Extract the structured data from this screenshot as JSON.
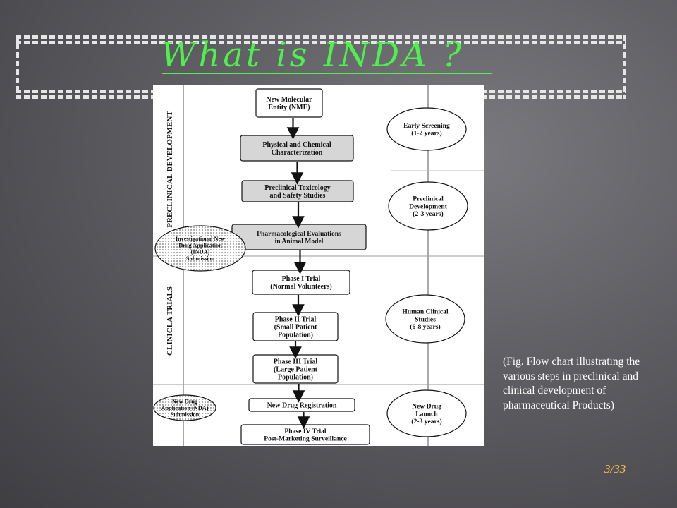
{
  "slide": {
    "title": "What is INDA ?",
    "caption": "(Fig. Flow chart illustrating the various steps  in preclinical and clinical development of pharmaceutical  Products)",
    "page_number": "3/33"
  },
  "diagram": {
    "phase_labels": {
      "preclinical": "PRECLINICAL DEVELOPMENT",
      "clinical": "CLINICLA TRIALS"
    },
    "boxes": [
      {
        "id": "nme",
        "lines": [
          "New Molecular",
          "Entity (NME)"
        ]
      },
      {
        "id": "physchem",
        "lines": [
          "Physical and Chemical",
          "Characterization"
        ]
      },
      {
        "id": "tox",
        "lines": [
          "Preclinical Toxicology",
          "and Safety Studies"
        ]
      },
      {
        "id": "pharm",
        "lines": [
          "Pharmacological Evaluations",
          "in Animal Model"
        ]
      },
      {
        "id": "phase1",
        "lines": [
          "Phase I Trial",
          "(Normal Volunteers)"
        ]
      },
      {
        "id": "phase2",
        "lines": [
          "Phase II Trial",
          "(Small Patient",
          "Population)"
        ]
      },
      {
        "id": "phase3",
        "lines": [
          "Phase III Trial",
          "(Large Patient",
          "Population)"
        ]
      },
      {
        "id": "ndr",
        "lines": [
          "New Drug Registration"
        ]
      },
      {
        "id": "phase4",
        "lines": [
          "Phase IV Trial",
          "Post-Marketing Surveillance"
        ]
      }
    ],
    "submissions": [
      {
        "id": "inda",
        "lines": [
          "Investigational New",
          "Drug Application",
          "(INDA)",
          "Submission"
        ]
      },
      {
        "id": "nda",
        "lines": [
          "New Drug",
          "Application (NDA)",
          "Submission"
        ]
      }
    ],
    "stages": [
      {
        "id": "early",
        "lines": [
          "Early Screening",
          "(1-2 years)"
        ]
      },
      {
        "id": "precl",
        "lines": [
          "Preclinical",
          "Development",
          "(2-3 years)"
        ]
      },
      {
        "id": "human",
        "lines": [
          "Human Clinical",
          "Studies",
          "(6-8 years)"
        ]
      },
      {
        "id": "launch",
        "lines": [
          "New Drug",
          "Launch",
          "(2-3 years)"
        ]
      }
    ]
  }
}
